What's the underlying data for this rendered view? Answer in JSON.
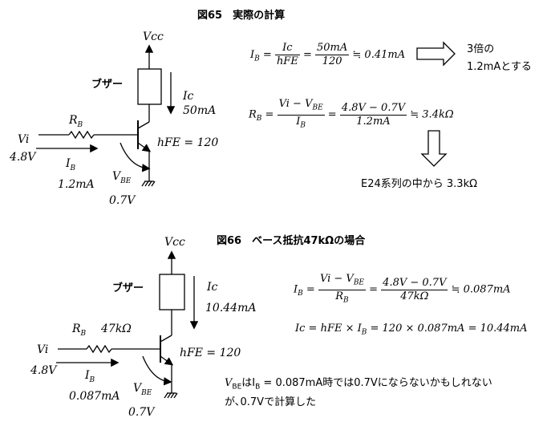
{
  "fig65": {
    "title": "図65　実際の計算",
    "vcc": "Vcc",
    "buzzer": "ブザー",
    "ic_label": "Ic",
    "ic_value": "50mA",
    "rb_label": "R",
    "rb_sub": "B",
    "vi_label": "Vi",
    "vi_value": "4.8V",
    "ib_label": "I",
    "ib_sub": "B",
    "ib_value": "1.2mA",
    "vbe_label": "V",
    "vbe_sub": "BE",
    "vbe_value": "0.7V",
    "hfe": "hFE = 120",
    "eq1": {
      "lhs": "I",
      "lhs_sub": "B",
      "num": "Ic",
      "den": "hFE",
      "num2": "50mA",
      "den2": "120",
      "result": "≒ 0.41mA"
    },
    "note1_line1": "3倍の",
    "note1_line2": "1.2mAとする",
    "eq2": {
      "lhs": "R",
      "lhs_sub": "B",
      "num": "Vi − V",
      "num_sub": "BE",
      "den": "I",
      "den_sub": "B",
      "num2": "4.8V − 0.7V",
      "den2": "1.2mA",
      "result": "≒ 3.4kΩ"
    },
    "note2": "E24系列の中から 3.3kΩ"
  },
  "fig66": {
    "title": "図66　ベース抵抗47kΩの場合",
    "vcc": "Vcc",
    "buzzer": "ブザー",
    "ic_label": "Ic",
    "ic_value": "10.44mA",
    "rb_label": "R",
    "rb_sub": "B",
    "rb_value": "47kΩ",
    "vi_label": "Vi",
    "vi_value": "4.8V",
    "ib_label": "I",
    "ib_sub": "B",
    "ib_value": "0.087mA",
    "vbe_label": "V",
    "vbe_sub": "BE",
    "vbe_value": "0.7V",
    "hfe": "hFE = 120",
    "eq1": {
      "lhs": "I",
      "lhs_sub": "B",
      "num": "Vi − V",
      "num_sub": "BE",
      "den": "R",
      "den_sub": "B",
      "num2": "4.8V − 0.7V",
      "den2": "47kΩ",
      "result": "≒ 0.087mA"
    },
    "eq2": "Ic = hFE × I",
    "eq2_sub": "B",
    "eq2_rest": " = 120 × 0.087mA = 10.44mA",
    "note_line1": "V",
    "note_line1_sub": "BE",
    "note_line1_rest": "はI",
    "note_line1_sub2": "B",
    "note_line1_rest2": " = 0.087mA時では0.7Vにならないかもしれない",
    "note_line2": "が､0.7Vで計算した"
  }
}
